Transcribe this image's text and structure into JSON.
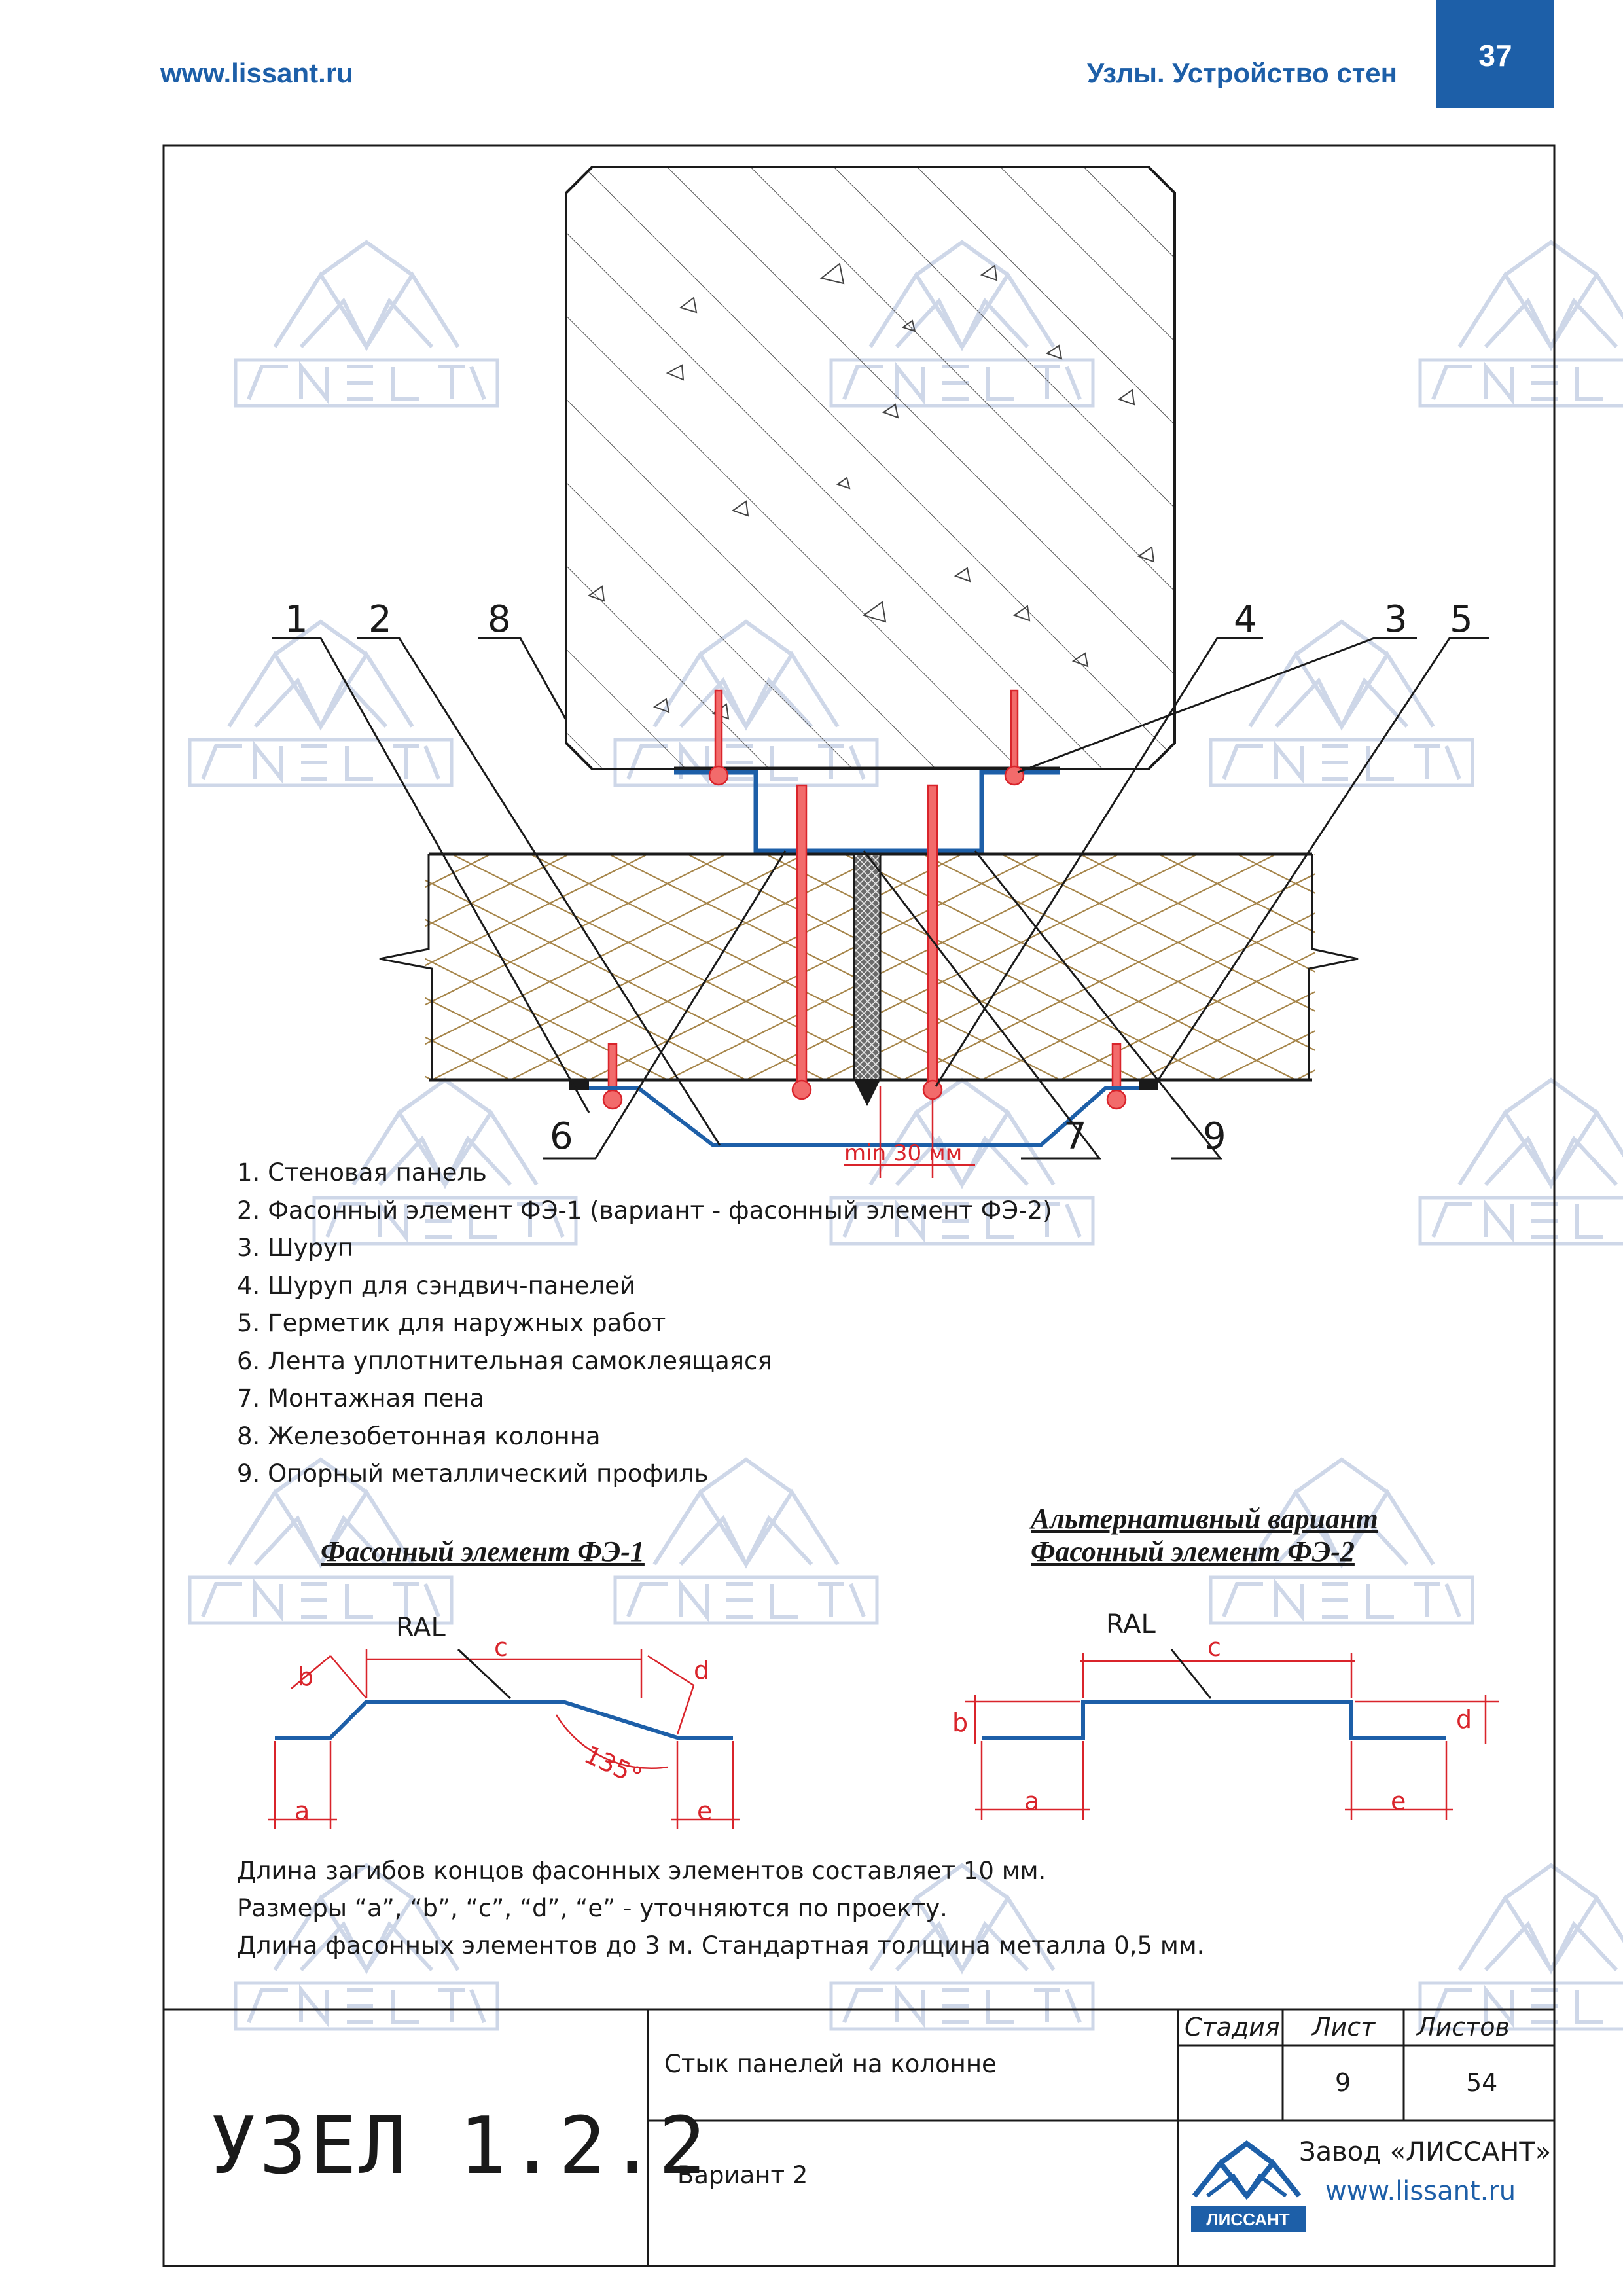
{
  "header": {
    "site": "www.lissant.ru",
    "section_title": "Узлы. Устройство стен",
    "page_number": "37"
  },
  "callouts": [
    "1",
    "2",
    "8",
    "4",
    "3",
    "5",
    "6",
    "7",
    "9"
  ],
  "dimension_min": "min 30 мм",
  "legend": [
    "1. Стеновая панель",
    "2. Фасонный элемент ФЭ-1 (вариант - фасонный элемент ФЭ-2)",
    "3. Шуруп",
    "4. Шуруп для сэндвич-панелей",
    "5. Герметик для наружных работ",
    "6. Лента уплотнительная самоклеящаяся",
    "7. Монтажная пена",
    "8. Железобетонная колонна",
    "9. Опорный металлический профиль"
  ],
  "figures": {
    "fe1_title": "Фасонный элемент ФЭ-1",
    "fe2_title_line1": "Альтернативный вариант",
    "fe2_title_line2": "Фасонный элемент ФЭ-2",
    "ral": "RAL",
    "angle": "135°",
    "dim_a": "a",
    "dim_b": "b",
    "dim_c": "c",
    "dim_d": "d",
    "dim_e": "e"
  },
  "notes": [
    "Длина загибов концов фасонных элементов составляет 10 мм.",
    "Размеры “a”, “b”, “c”, “d”, “e” - уточняются по проекту.",
    "Длина фасонных элементов до 3 м. Стандартная толщина металла 0,5 мм."
  ],
  "title_block": {
    "node": "УЗЕЛ 1.2.2",
    "description": "Стык панелей на колонне",
    "variant": "Вариант 2",
    "stage_label": "Стадия",
    "sheet_label": "Лист",
    "sheets_label": "Листов",
    "stage_value": "",
    "sheet_value": "9",
    "sheets_value": "54",
    "company": "Завод «ЛИССАНТ»",
    "company_site": "www.lissant.ru",
    "logo_text": "ЛИССАНТ"
  },
  "colors": {
    "brand_blue": "#1d5fa8",
    "dimension_red": "#d9242b",
    "watermark": "#c9d3e6",
    "insulation": "#a6854a"
  }
}
